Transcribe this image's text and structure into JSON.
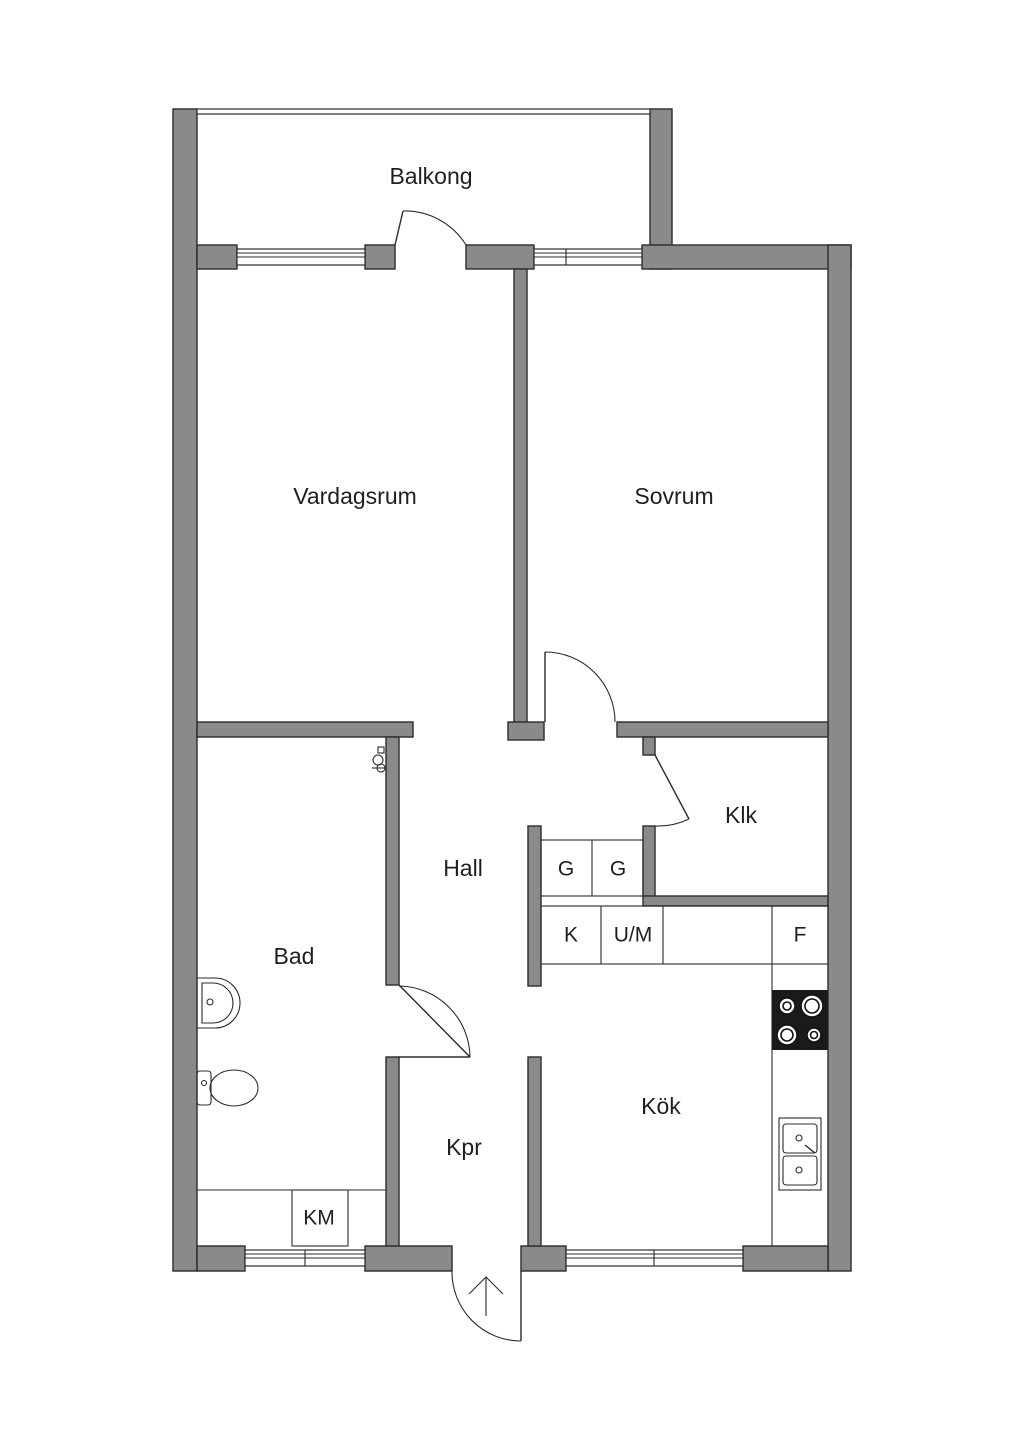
{
  "rooms": {
    "balkong": "Balkong",
    "vardagsrum": "Vardagsrum",
    "sovrum": "Sovrum",
    "klk": "Klk",
    "hall": "Hall",
    "bad": "Bad",
    "kok": "Kök",
    "kpr": "Kpr"
  },
  "fixtures": {
    "g1": "G",
    "g2": "G",
    "k": "K",
    "um": "U/M",
    "f": "F",
    "km": "KM"
  }
}
